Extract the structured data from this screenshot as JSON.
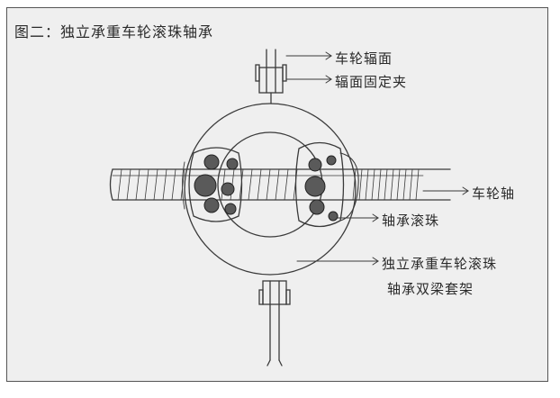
{
  "title": "图二：独立承重车轮滚珠轴承",
  "labels": {
    "wheel_spoke": "车轮辐面",
    "spoke_fixing_clamp": "辐面固定夹",
    "wheel_axle": "车轮轴",
    "bearing_balls": "轴承滚珠",
    "bearing_cage_line1": "独立承重车轮滚珠",
    "bearing_cage_line2": "轴承双梁套架"
  },
  "colors": {
    "paper": "#efefef",
    "ink": "#2a2a2a",
    "ball_fill": "#5a5a5a"
  }
}
